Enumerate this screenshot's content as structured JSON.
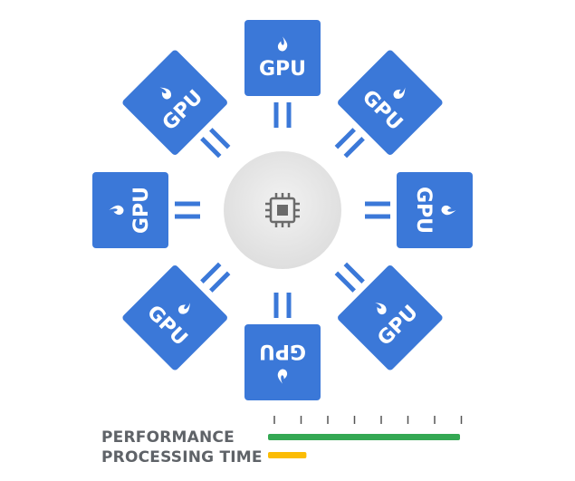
{
  "diagram": {
    "center": {
      "icon": "cpu-chip-icon",
      "fill": "#e8e8e8"
    },
    "gpu_cards": [
      {
        "label": "GPU",
        "icon": "flame-icon"
      },
      {
        "label": "GPU",
        "icon": "flame-icon"
      },
      {
        "label": "GPU",
        "icon": "flame-icon"
      },
      {
        "label": "GPU",
        "icon": "flame-icon"
      },
      {
        "label": "GPU",
        "icon": "flame-icon"
      },
      {
        "label": "GPU",
        "icon": "flame-icon"
      },
      {
        "label": "GPU",
        "icon": "flame-icon"
      },
      {
        "label": "GPU",
        "icon": "flame-icon"
      }
    ]
  },
  "legend": {
    "performance": {
      "label": "PERFORMANCE",
      "color": "#34a853",
      "fraction": 1.0
    },
    "processing_time": {
      "label": "PROCESSING TIME",
      "color": "#fbbc04",
      "fraction": 0.2
    }
  },
  "colors": {
    "card": "#3b78d8",
    "connector": "#3b78d8",
    "label_text": "#5f6368",
    "tick": "#555555"
  }
}
